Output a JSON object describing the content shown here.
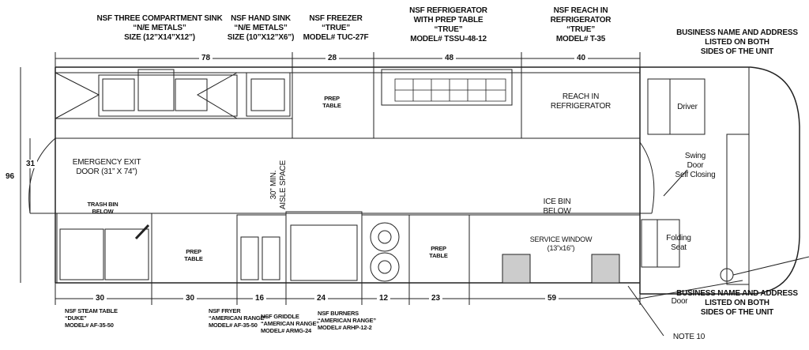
{
  "top_labels": {
    "three_sink": "NSF THREE COMPARTMENT SINK\n“N/E METALS”\nSIZE (12”X14”X12”)",
    "hand_sink": "NSF HAND SINK\n“N/E METALS”\nSIZE (10”X12”X6”)",
    "freezer": "NSF FREEZER\n“TRUE”\nMODEL# TUC-27F",
    "refrigerator": "NSF REFRIGERATOR\nWITH PREP TABLE\n“TRUE”\nMODEL# TSSU-48-12",
    "reach_in": "NSF REACH IN\nREFRIGERATOR\n“TRUE”\nMODEL# T-35",
    "business_top": "BUSINESS NAME AND ADDRESS\nLISTED ON BOTH\nSIDES OF THE UNIT"
  },
  "top_dims": [
    "78",
    "28",
    "48",
    "40"
  ],
  "bottom_dims": [
    "30",
    "30",
    "16",
    "24",
    "12",
    "23",
    "59"
  ],
  "side_dims": {
    "overall": "96",
    "door": "31"
  },
  "interior": {
    "prep_table_top": "PREP\nTABLE",
    "reach_in": "REACH IN\nREFRIGERATOR",
    "driver": "Driver",
    "emergency_exit": "EMERGENCY EXIT\nDOOR (31” X 74”)",
    "aisle": "30” MIN.\nAISLE SPACE",
    "swing_door": "Swing\nDoor\nSelf Closing",
    "ice_bin": "ICE BIN\nBELOW",
    "trash_bin": "TRASH BIN\nBELOW",
    "prep_table_1": "PREP\nTABLE",
    "prep_table_2": "PREP\nTABLE",
    "service_window": "SERVICE WINDOW\n(13”x16”)",
    "folding_seat": "Folding\nSeat",
    "door": "Door"
  },
  "bottom_labels": {
    "steam_table": "NSF STEAM TABLE\n“DUKE”\nMODEL# AF-35-50",
    "fryer": "NSF FRYER\n“AMERICAN RANGE”\nMODEL# AF-35-50",
    "griddle": "NSF GRIDDLE\n“AMERICAN RANGE”\nMODEL# ARMG-24",
    "burners": "NSF BURNERS\n“AMERICAN RANGE”\nMODEL# ARHP-12-2",
    "business_bottom": "BUSINESS NAME AND ADDRESS\nLISTED ON BOTH\nSIDES OF THE UNIT",
    "note": "NOTE 10"
  }
}
